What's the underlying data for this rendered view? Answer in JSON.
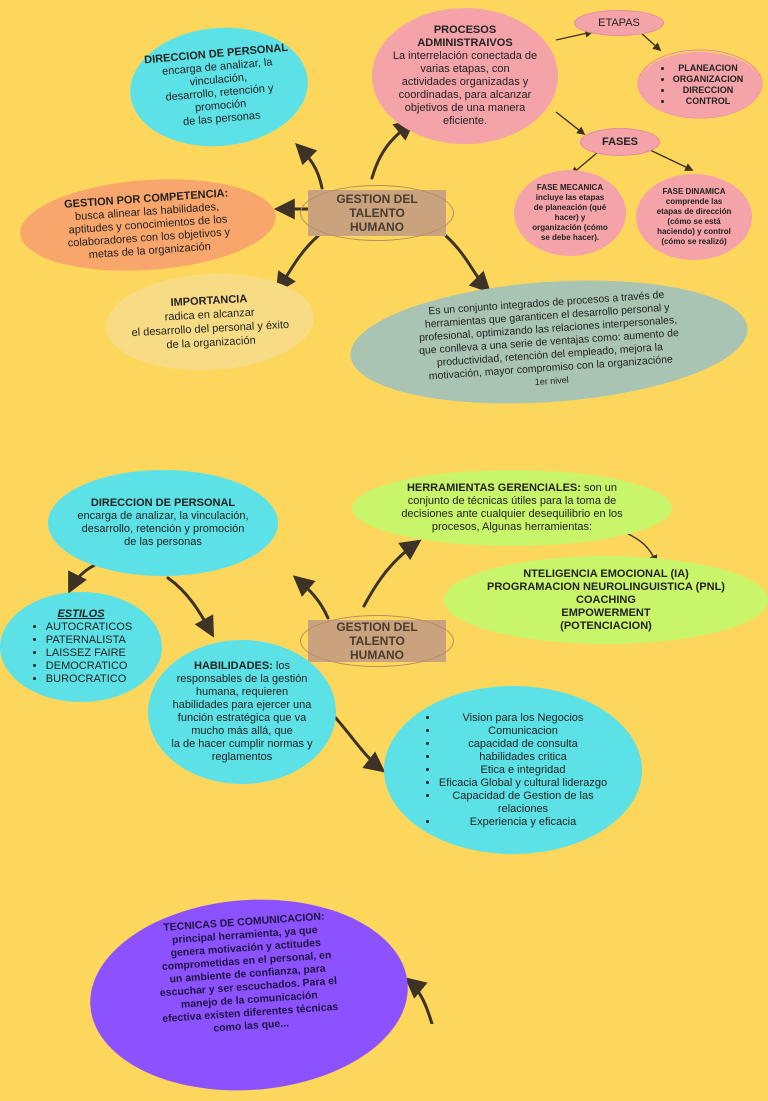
{
  "section1": {
    "center": {
      "line1": "GESTION DEL TALENTO",
      "line2": "HUMANO"
    },
    "direccion": {
      "title": "DIRECCION DE PERSONAL",
      "lines": [
        "encarga de analizar, la",
        "vinculación,",
        "desarrollo, retención y",
        "promoción",
        "de las personas"
      ]
    },
    "procesos": {
      "title1": "PROCESOS",
      "title2": "ADMINISTRAIVOS",
      "lines": [
        "La interrelación conectada de",
        "varias etapas, con",
        "actividades organizadas y",
        "coordinadas, para alcanzar",
        "objetivos de una manera",
        "eficiente."
      ]
    },
    "etapas": {
      "label": "ETAPAS"
    },
    "etapas_list": [
      "PLANEACION",
      "ORGANIZACION",
      "DIRECCION",
      "CONTROL"
    ],
    "fases": {
      "label": "FASES"
    },
    "fase_mecanica": {
      "title": "FASE MECANICA",
      "lines": [
        "incluye las etapas",
        "de planeación (qué",
        "hacer) y",
        "organización (cómo",
        "se debe hacer)."
      ]
    },
    "fase_dinamica": {
      "title": "FASE DINAMICA",
      "lines": [
        "comprende las",
        "etapas de dirección",
        "(cómo se está",
        "haciendo) y control",
        "(cómo se realizó)"
      ]
    },
    "gestion_competencia": {
      "title": "GESTION POR COMPETENCIA:",
      "lines": [
        "busca alinear las habilidades,",
        "aptitudes y conocimientos de los",
        "colaboradores con los objetivos y",
        "metas de la organización"
      ]
    },
    "importancia": {
      "title": "IMPORTANCIA",
      "lines": [
        "radica en alcanzar",
        "el desarrollo del personal y éxito",
        "de la organización"
      ]
    },
    "definicion": {
      "lines": [
        "Es un conjunto integrados de  procesos a través de",
        "herramientas que garanticen el desarrollo personal y",
        "profesional, optimizando las relaciones interpersonales,",
        "que conlleva a una serie de ventajas como: aumento de",
        "productividad, retención del empleado, mejora la",
        "motivación, mayor compromiso con la organizacióne"
      ],
      "note": "1er nivel"
    }
  },
  "section2": {
    "center": {
      "line1": "GESTION DEL TALENTO",
      "line2": "HUMANO"
    },
    "direccion": {
      "title": "DIRECCION DE PERSONAL",
      "lines": [
        "encarga de analizar, la vinculación,",
        "desarrollo, retención y promoción",
        "de las personas"
      ]
    },
    "herramientas": {
      "title": "HERRAMIENTAS GERENCIALES:",
      "after_title": "son un",
      "lines": [
        "conjunto de técnicas útiles para la toma de",
        "decisiones ante cualquier desequilibrio en los",
        "procesos, Algunas herramientas:"
      ]
    },
    "herramientas_list": [
      "NTELIGENCIA EMOCIONAL (IA)",
      "PROGRAMACION NEUROLINGUISTICA (PNL)",
      "COACHING",
      "EMPOWERMENT",
      "(POTENCIACION)"
    ],
    "estilos": {
      "title": "ESTILOS",
      "items": [
        "AUTOCRATICOS",
        "PATERNALISTA",
        "LAISSEZ FAIRE",
        "DEMOCRATICO",
        "BUROCRATICO"
      ]
    },
    "habilidades": {
      "title": "HABILIDADES:",
      "after_title": "los",
      "lines": [
        "responsables de la gestión",
        "humana, requieren",
        "habilidades para ejercer una",
        "función estratégica que va",
        "mucho más allá, que",
        "la de hacer cumplir normas y",
        "reglamentos"
      ]
    },
    "competencias": [
      "Vision para los Negocios",
      "Comunicacion",
      "capacidad de consulta",
      "habilidades critica",
      "Etica e integridad",
      "Eficacia Global y cultural liderazgo",
      "Capacidad de Gestion de las",
      "relaciones",
      "Experiencia y eficacia"
    ]
  },
  "section3": {
    "tecnicas": {
      "title": "TECNICAS DE COMUNICACION:",
      "lines": [
        "principal herramienta,  ya que",
        "genera motivación y actitudes",
        "comprometidas en el personal, en",
        "un ambiente de confianza, para",
        "escuchar y ser escuchados.  Para el",
        "manejo de la comunicación",
        "efectiva existen diferentes técnicas",
        "como las que..."
      ]
    }
  },
  "colors": {
    "background": "#fdd75c",
    "cyan": "#5ce1e6",
    "pink": "#f4a3a8",
    "orange": "#f9a66c",
    "sage": "#a9c4b3",
    "lime": "#c9f56a",
    "purple": "#8c52ff",
    "center_box": "#c9a27e"
  }
}
